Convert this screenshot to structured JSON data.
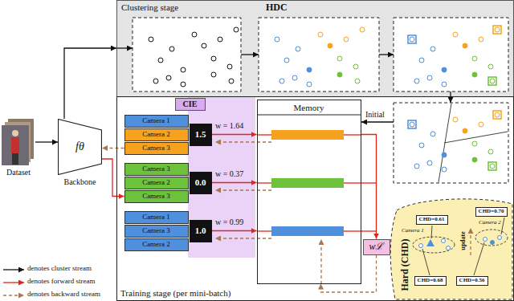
{
  "diagram": {
    "nodes": [
      {
        "text": [
          "Clustering stage",
          "HDC"
        ]
      },
      {
        "text": [
          "Training stage (per mini-batch)"
        ]
      },
      {
        "text": [
          "Dataset"
        ]
      },
      {
        "text": [
          "fθ",
          "Backbone"
        ]
      },
      {
        "text": [
          "CIE"
        ],
        "in": 1
      },
      {
        "text": [
          "Camera 1"
        ],
        "in": 1
      },
      {
        "text": [
          "Camera 2"
        ],
        "in": 1
      },
      {
        "text": [
          "Camera 3"
        ],
        "in": 1
      },
      {
        "text": [
          "Camera 3"
        ],
        "in": 1
      },
      {
        "text": [
          "Camera 2"
        ],
        "in": 1
      },
      {
        "text": [
          "Camera 3"
        ],
        "in": 1
      },
      {
        "text": [
          "Camera 1"
        ],
        "in": 1
      },
      {
        "text": [
          "Camera 3"
        ],
        "in": 1
      },
      {
        "text": [
          "Camera 2"
        ],
        "in": 1
      },
      {
        "text": [
          "1.5"
        ],
        "in": 1
      },
      {
        "text": [
          "0.0"
        ],
        "in": 1
      },
      {
        "text": [
          "1.0"
        ],
        "in": 1
      },
      {
        "text": [
          "Memory"
        ],
        "in": 1
      },
      {
        "text": [
          "wℒ"
        ],
        "in": 1
      },
      {
        "text": [
          "Hard (CHD)"
        ],
        "in": 1
      },
      {
        "text": [
          "CHD=0.61"
        ],
        "in": 19
      },
      {
        "text": [
          "CHD=0.70"
        ],
        "in": 19
      },
      {
        "text": [
          "CHD=0.68"
        ],
        "in": 19
      },
      {
        "text": [
          "CHD=0.56"
        ],
        "in": 19
      }
    ],
    "edges": [
      {
        "from": 2,
        "to": 3,
        "arrow": "to"
      },
      {
        "from": 3,
        "to": 0,
        "arrow": "to"
      },
      {
        "from": 3,
        "to": 10,
        "arrow": "to"
      },
      {
        "from": 7,
        "to": 3,
        "arrow": "to"
      },
      {
        "from": 14,
        "to": 17,
        "arrow": "to"
      },
      {
        "from": 15,
        "to": 17,
        "arrow": "to"
      },
      {
        "from": 16,
        "to": 17,
        "arrow": "to"
      },
      {
        "from": 17,
        "to": 18,
        "arrow": "to"
      },
      {
        "from": 18,
        "to": 17,
        "arrow": "to"
      }
    ],
    "labels": [
      "w = 1.64",
      "w = 0.37",
      "w = 0.99",
      "Initial",
      "Camera 1",
      "Camera 2",
      "update"
    ],
    "legend": [
      {
        "text": "denotes cluster stream"
      },
      {
        "text": "denotes forward stream"
      },
      {
        "text": "denotes backward stream"
      }
    ]
  }
}
